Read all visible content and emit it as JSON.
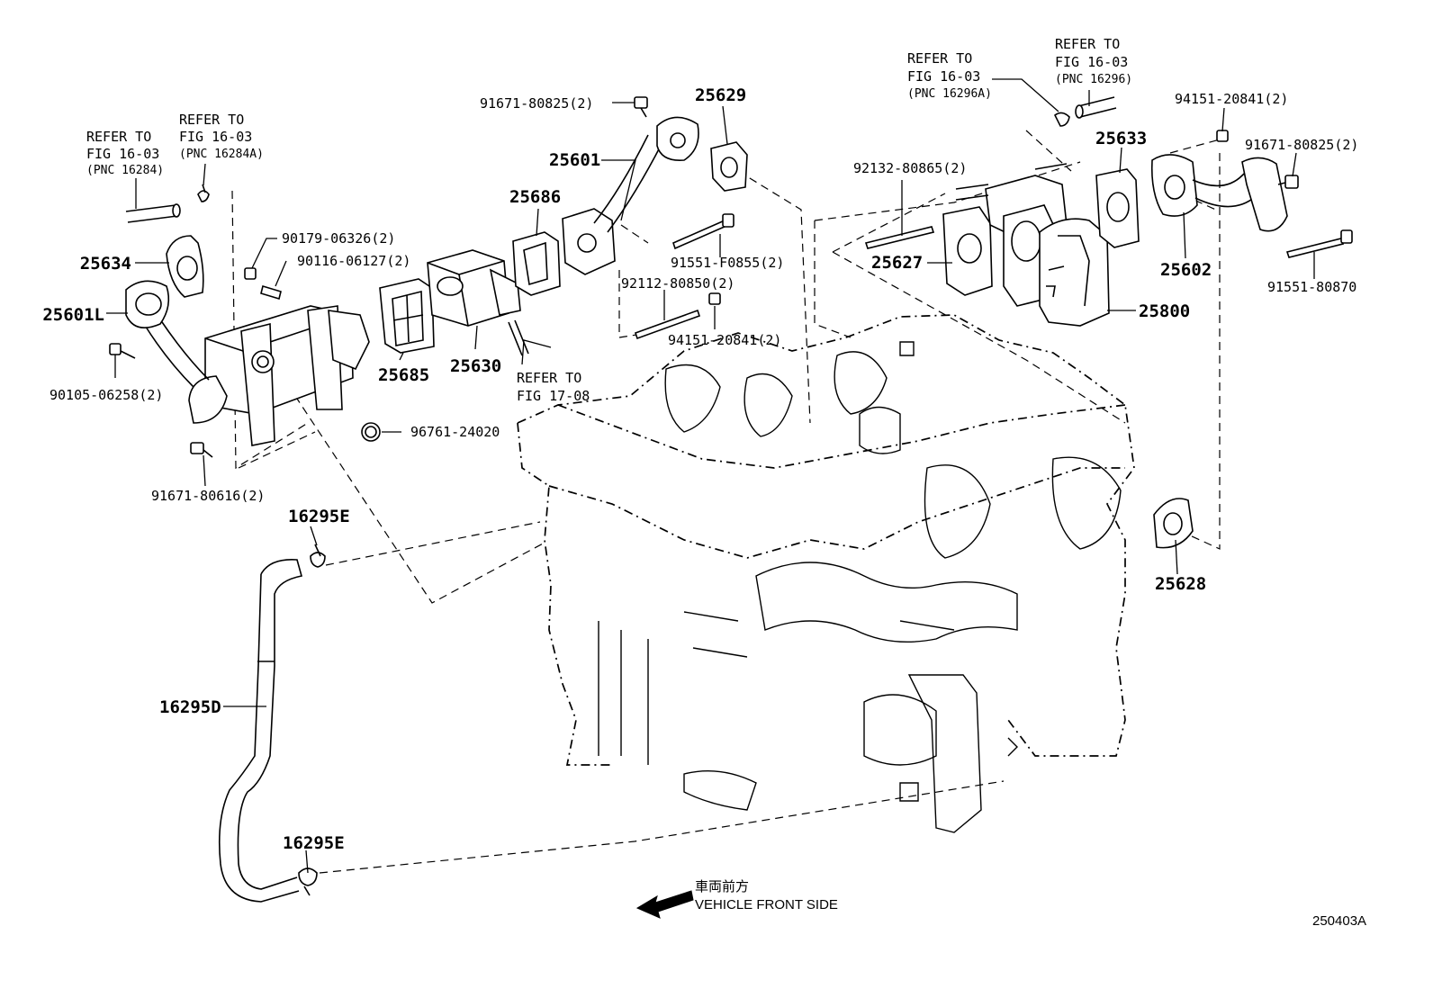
{
  "callouts": {
    "p25601L": "25601L",
    "p25634": "25634",
    "p90179": "90179-06326(2)",
    "p90116": "90116-06127(2)",
    "p90105": "90105-06258(2)",
    "p91671_616": "91671-80616(2)",
    "p96761": "96761-24020",
    "p25685": "25685",
    "p25630": "25630",
    "p25686": "25686",
    "p25601": "25601",
    "p91671_825a": "91671-80825(2)",
    "p25629": "25629",
    "p91551_F": "91551-F0855(2)",
    "p92112": "92112-80850(2)",
    "p94151a": "94151-20841(2)",
    "p92132": "92132-80865(2)",
    "p25627": "25627",
    "p25633": "25633",
    "p25800": "25800",
    "p94151b": "94151-20841(2)",
    "p91671_825b": "91671-80825(2)",
    "p25602": "25602",
    "p91551_870": "91551-80870",
    "p25628": "25628",
    "p16295E_a": "16295E",
    "p16295D": "16295D",
    "p16295E_b": "16295E"
  },
  "refer_notes": {
    "r1": {
      "l1": "REFER TO",
      "l2": "FIG 16-03",
      "l3": "(PNC 16284)"
    },
    "r2": {
      "l1": "REFER TO",
      "l2": "FIG 16-03",
      "l3": "(PNC 16284A)"
    },
    "r3": {
      "l1": "REFER TO",
      "l2": "FIG 17-08"
    },
    "r4": {
      "l1": "REFER TO",
      "l2": "FIG 16-03",
      "l3": "(PNC 16296A)"
    },
    "r5": {
      "l1": "REFER TO",
      "l2": "FIG 16-03",
      "l3": "(PNC 16296)"
    }
  },
  "orientation": {
    "japanese": "車両前方",
    "english": "VEHICLE FRONT SIDE"
  },
  "figure_code": "250403A"
}
